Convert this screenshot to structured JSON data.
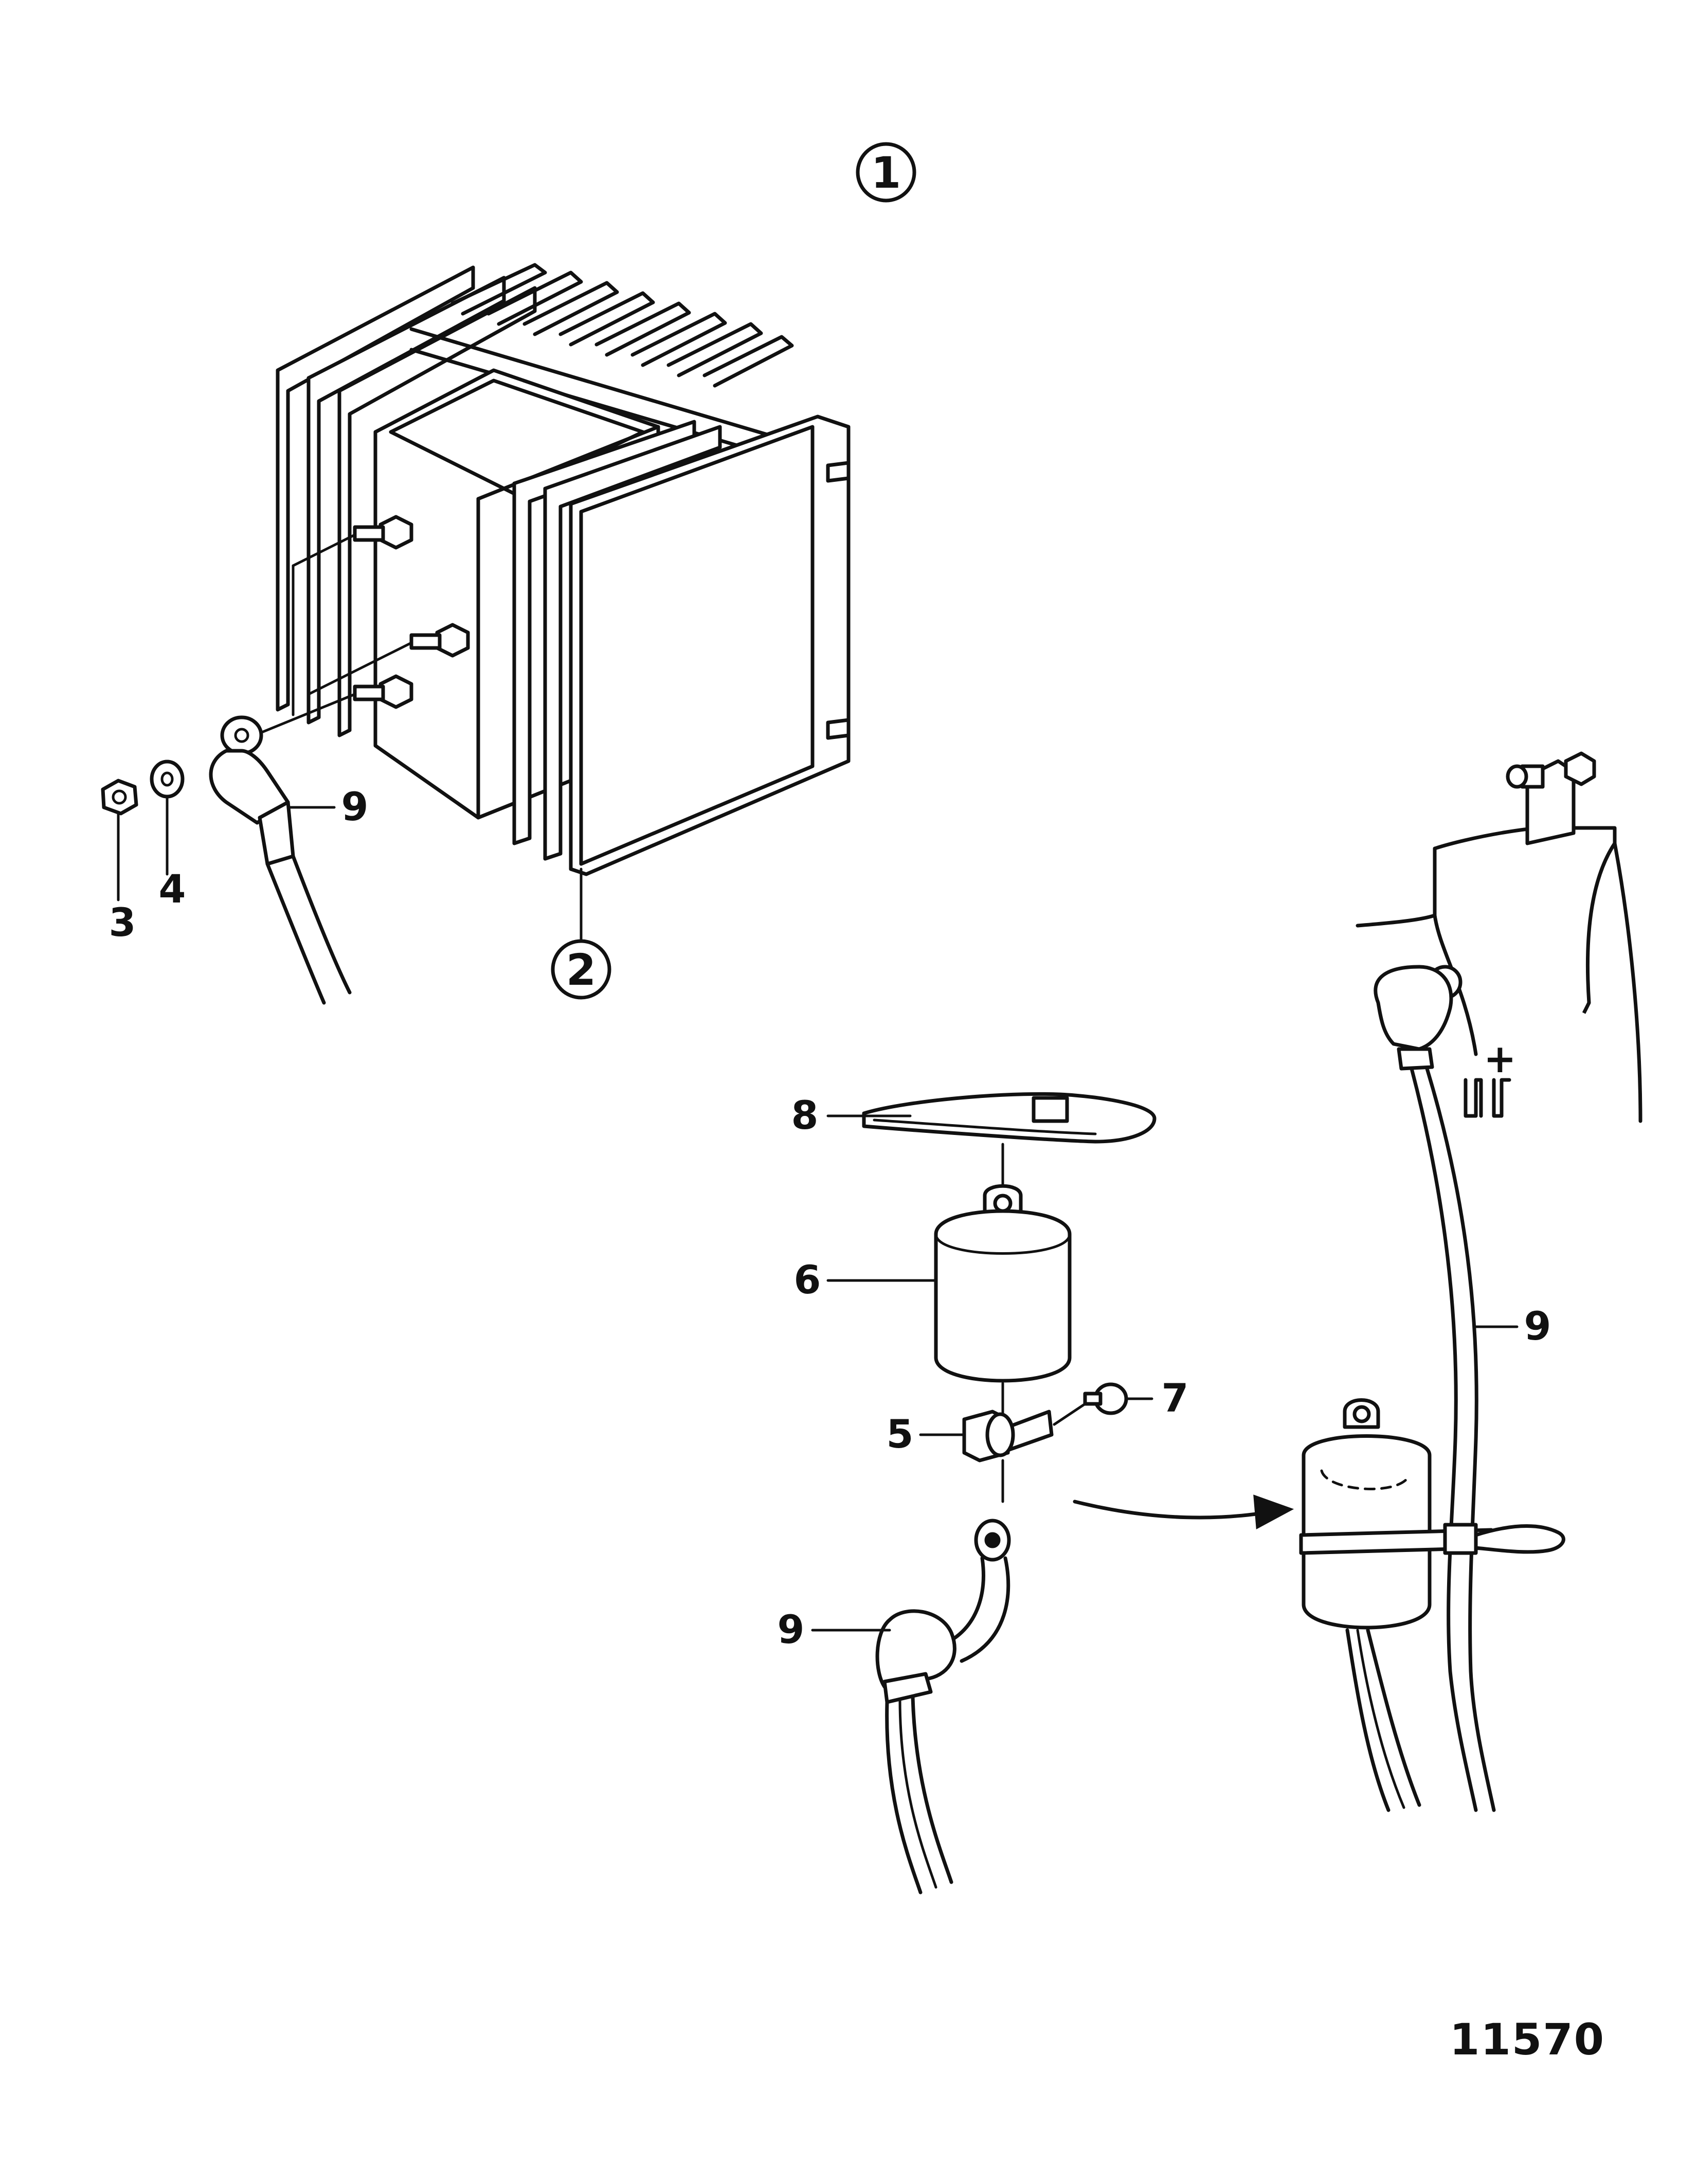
{
  "callouts": {
    "view1": "1",
    "view2": "2",
    "part3": "3",
    "part4": "4",
    "part5": "5",
    "part6": "6",
    "part7": "7",
    "part8": "8",
    "part9_left": "9",
    "part9_bottom": "9",
    "part9_right": "9"
  },
  "terminal_mark": "+",
  "figure_number": "11570"
}
